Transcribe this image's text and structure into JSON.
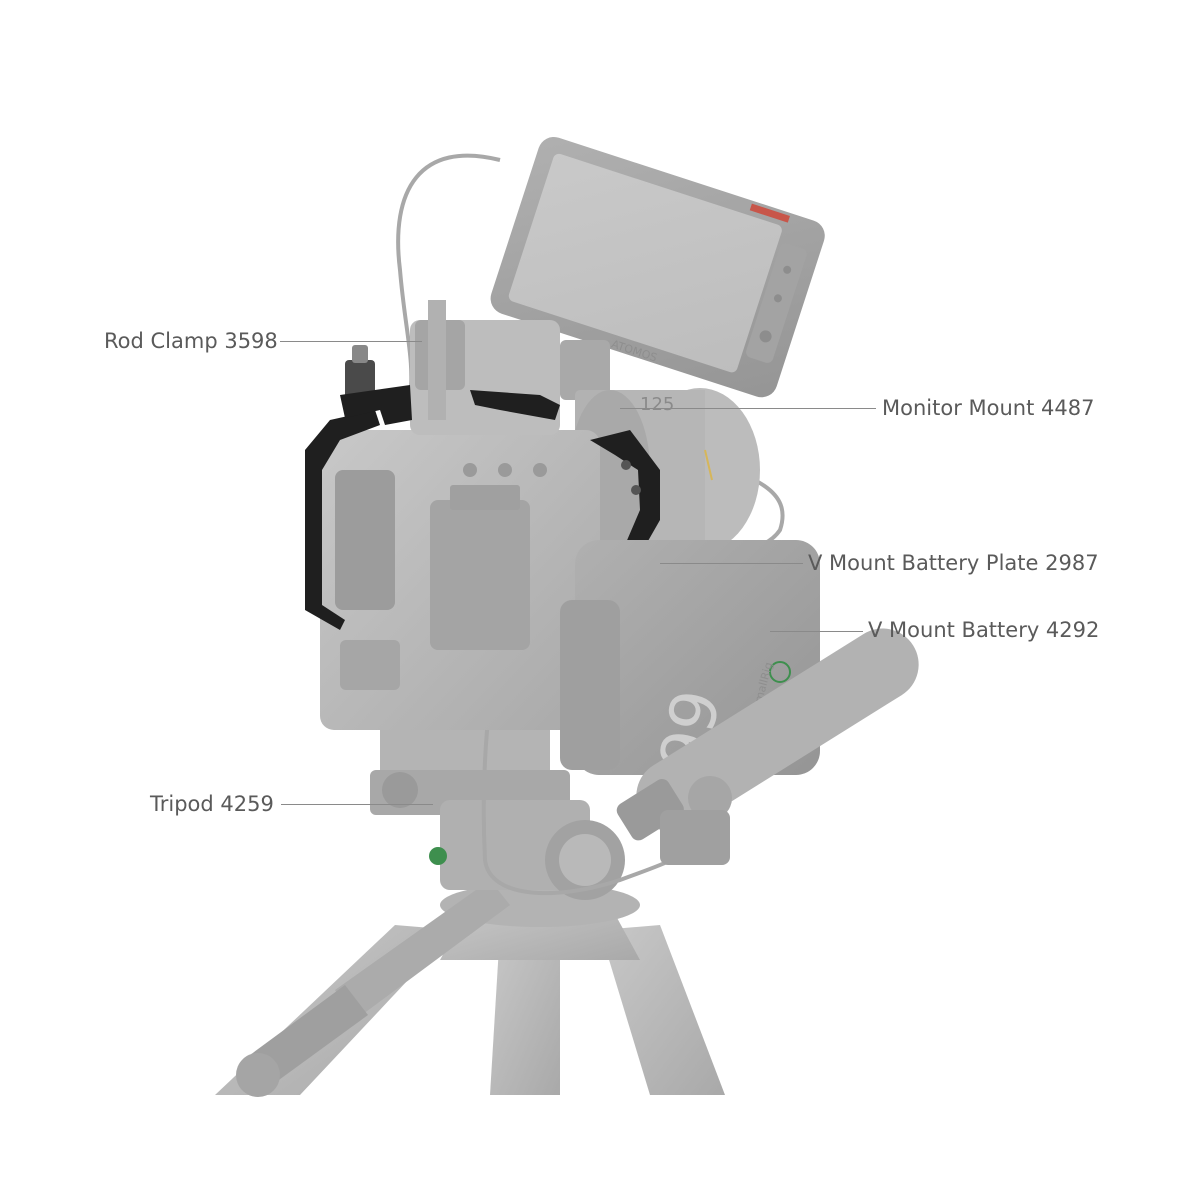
{
  "callouts": {
    "rod_clamp": "Rod Clamp 3598",
    "monitor_mount": "Monitor Mount 4487",
    "battery_plate": "V Mount Battery Plate 2987",
    "battery": "V Mount Battery 4292",
    "tripod": "Tripod 4259"
  },
  "product_markings": {
    "monitor_brand": "ATOMOS",
    "lens_focal": "125",
    "battery_number": "99",
    "battery_brand": "SmallRig"
  },
  "colors": {
    "background": "#ffffff",
    "ghost_gray": "#b9b9b9",
    "cage_black": "#1f1f1f",
    "accent_red": "#c8564a",
    "accent_green": "#3e8f4e",
    "label_text": "#5a5a5a"
  }
}
